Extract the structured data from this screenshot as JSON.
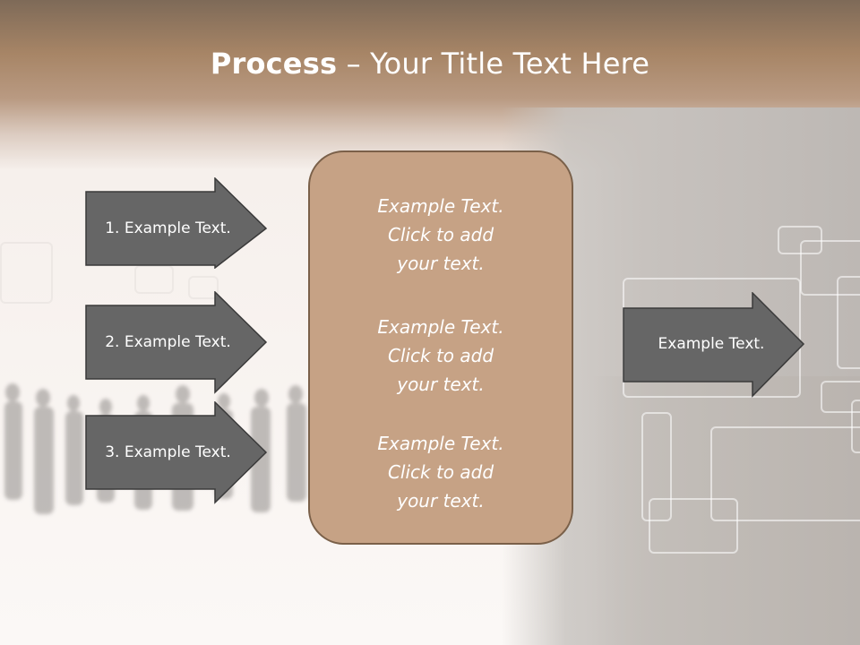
{
  "title": {
    "bold": "Process",
    "rest": " – Your Title Text Here"
  },
  "left_arrows": [
    {
      "label": "1. Example Text."
    },
    {
      "label": "2. Example Text."
    },
    {
      "label": "3. Example Text."
    }
  ],
  "center_blocks": [
    {
      "line1": "Example Text.",
      "line2": "Click  to add",
      "line3": "your text."
    },
    {
      "line1": "Example Text.",
      "line2": "Click  to add",
      "line3": "your text."
    },
    {
      "line1": "Example Text.",
      "line2": "Click  to add",
      "line3": "your text."
    }
  ],
  "right_arrow": {
    "label": "Example Text."
  },
  "colors": {
    "arrow_fill": "#666666",
    "arrow_stroke": "#3a3a3a",
    "center_fill": "#c6a285",
    "center_stroke": "#7a6049",
    "title_band": "#a78566"
  }
}
